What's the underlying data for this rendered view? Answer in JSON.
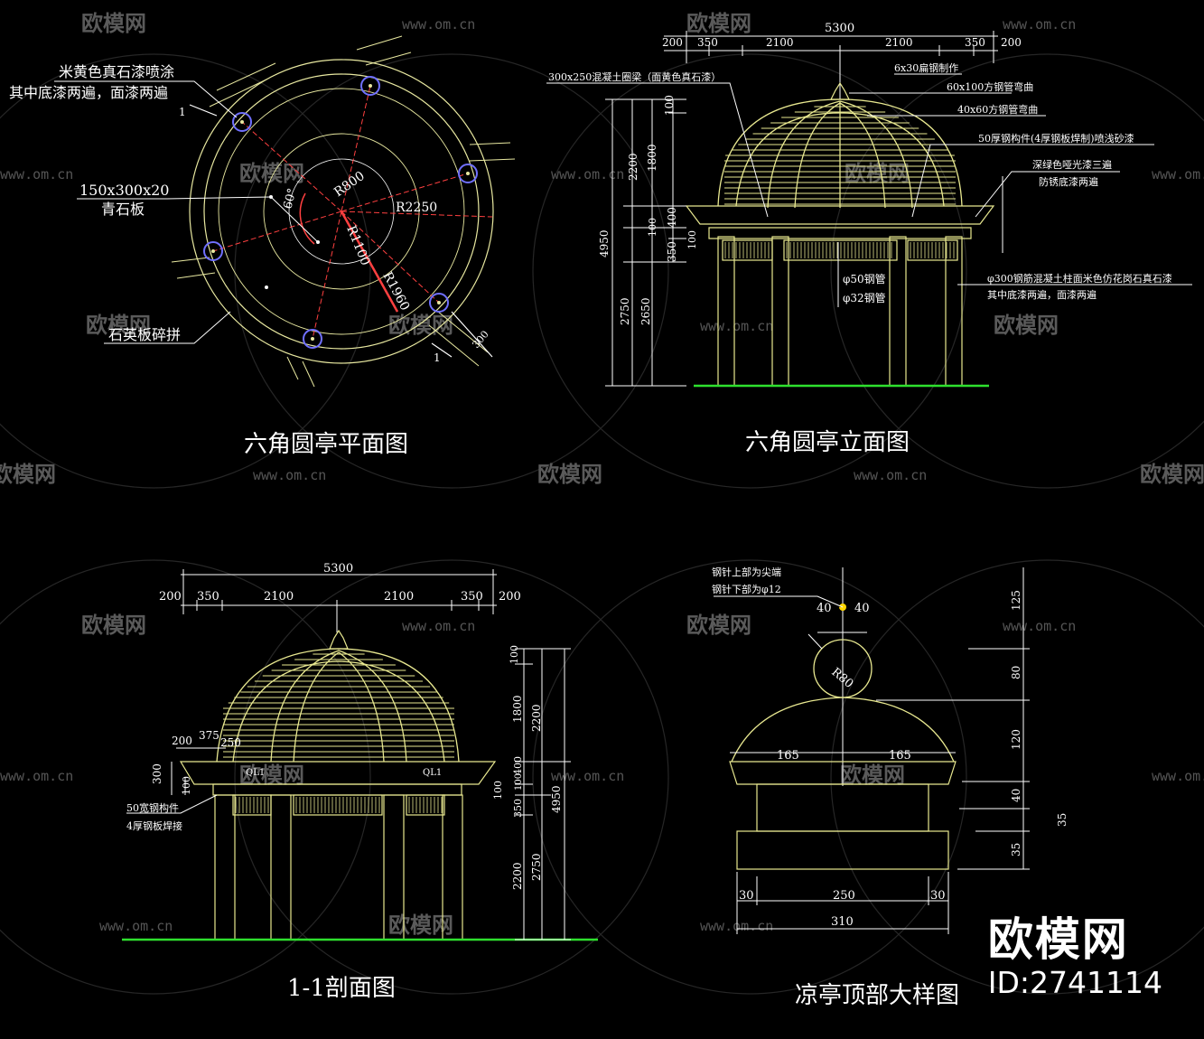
{
  "titles": {
    "plan": "六角圆亭平面图",
    "elevation": "六角圆亭立面图",
    "section": "1-1剖面图",
    "detail": "凉亭顶部大样图"
  },
  "watermark": {
    "brand": "欧模网",
    "url": "www.om.cn",
    "id": "ID:2741114"
  },
  "plan": {
    "label_paint_1": "米黄色真石漆喷涂",
    "label_paint_2": "其中底漆两遍，面漆两遍",
    "label_stone_1": "150x300x20",
    "label_stone_2": "青石板",
    "label_quartz": "石英板碎拼",
    "r800": "R800",
    "r2250": "R2250",
    "r1100": "R1100",
    "r1960": "R1960",
    "angle": "60°",
    "dim300": "300",
    "cut": "1"
  },
  "elevation": {
    "dim_top_total": "5300",
    "dims_top": [
      "200",
      "350",
      "2100",
      "2100",
      "350",
      "200"
    ],
    "notes": [
      "300x250混凝土圈梁（面黄色真石漆）",
      "6x30扁钢制作",
      "60x100方钢管弯曲",
      "40x60方钢管弯曲",
      "50厚钢构件(4厚钢板焊制)喷浅砂漆",
      "深绿色哑光漆三遍",
      "防锈底漆两遍",
      "φ50钢管",
      "φ32钢管",
      "φ300钢筋混凝土柱面米色仿花岗石真石漆",
      "其中底漆两遍，面漆两遍"
    ],
    "vdims": [
      "100",
      "1800",
      "2200",
      "400",
      "100",
      "100",
      "350",
      "4950",
      "2750",
      "2650"
    ]
  },
  "section": {
    "dim_top_total": "5300",
    "dims_top": [
      "200",
      "350",
      "2100",
      "2100",
      "350",
      "200"
    ],
    "dims_left": [
      "200",
      "375",
      "250",
      "300",
      "100"
    ],
    "ql": [
      "QL1",
      "QL1"
    ],
    "note_1": "50宽钢构件",
    "note_2": "4厚钢板焊接",
    "vdims": [
      "100",
      "1800",
      "2200",
      "400",
      "100",
      "100",
      "350",
      "4950",
      "2750",
      "2200"
    ]
  },
  "detail": {
    "note_1": "钢针上部为尖端",
    "note_2": "钢针下部为φ12",
    "dim40a": "40",
    "dim40b": "40",
    "r80": "R80",
    "dim165a": "165",
    "dim165b": "165",
    "dims_bottom": [
      "30",
      "250",
      "30"
    ],
    "dim310": "310",
    "vdims": [
      "125",
      "80",
      "120",
      "40",
      "35",
      "35"
    ]
  }
}
